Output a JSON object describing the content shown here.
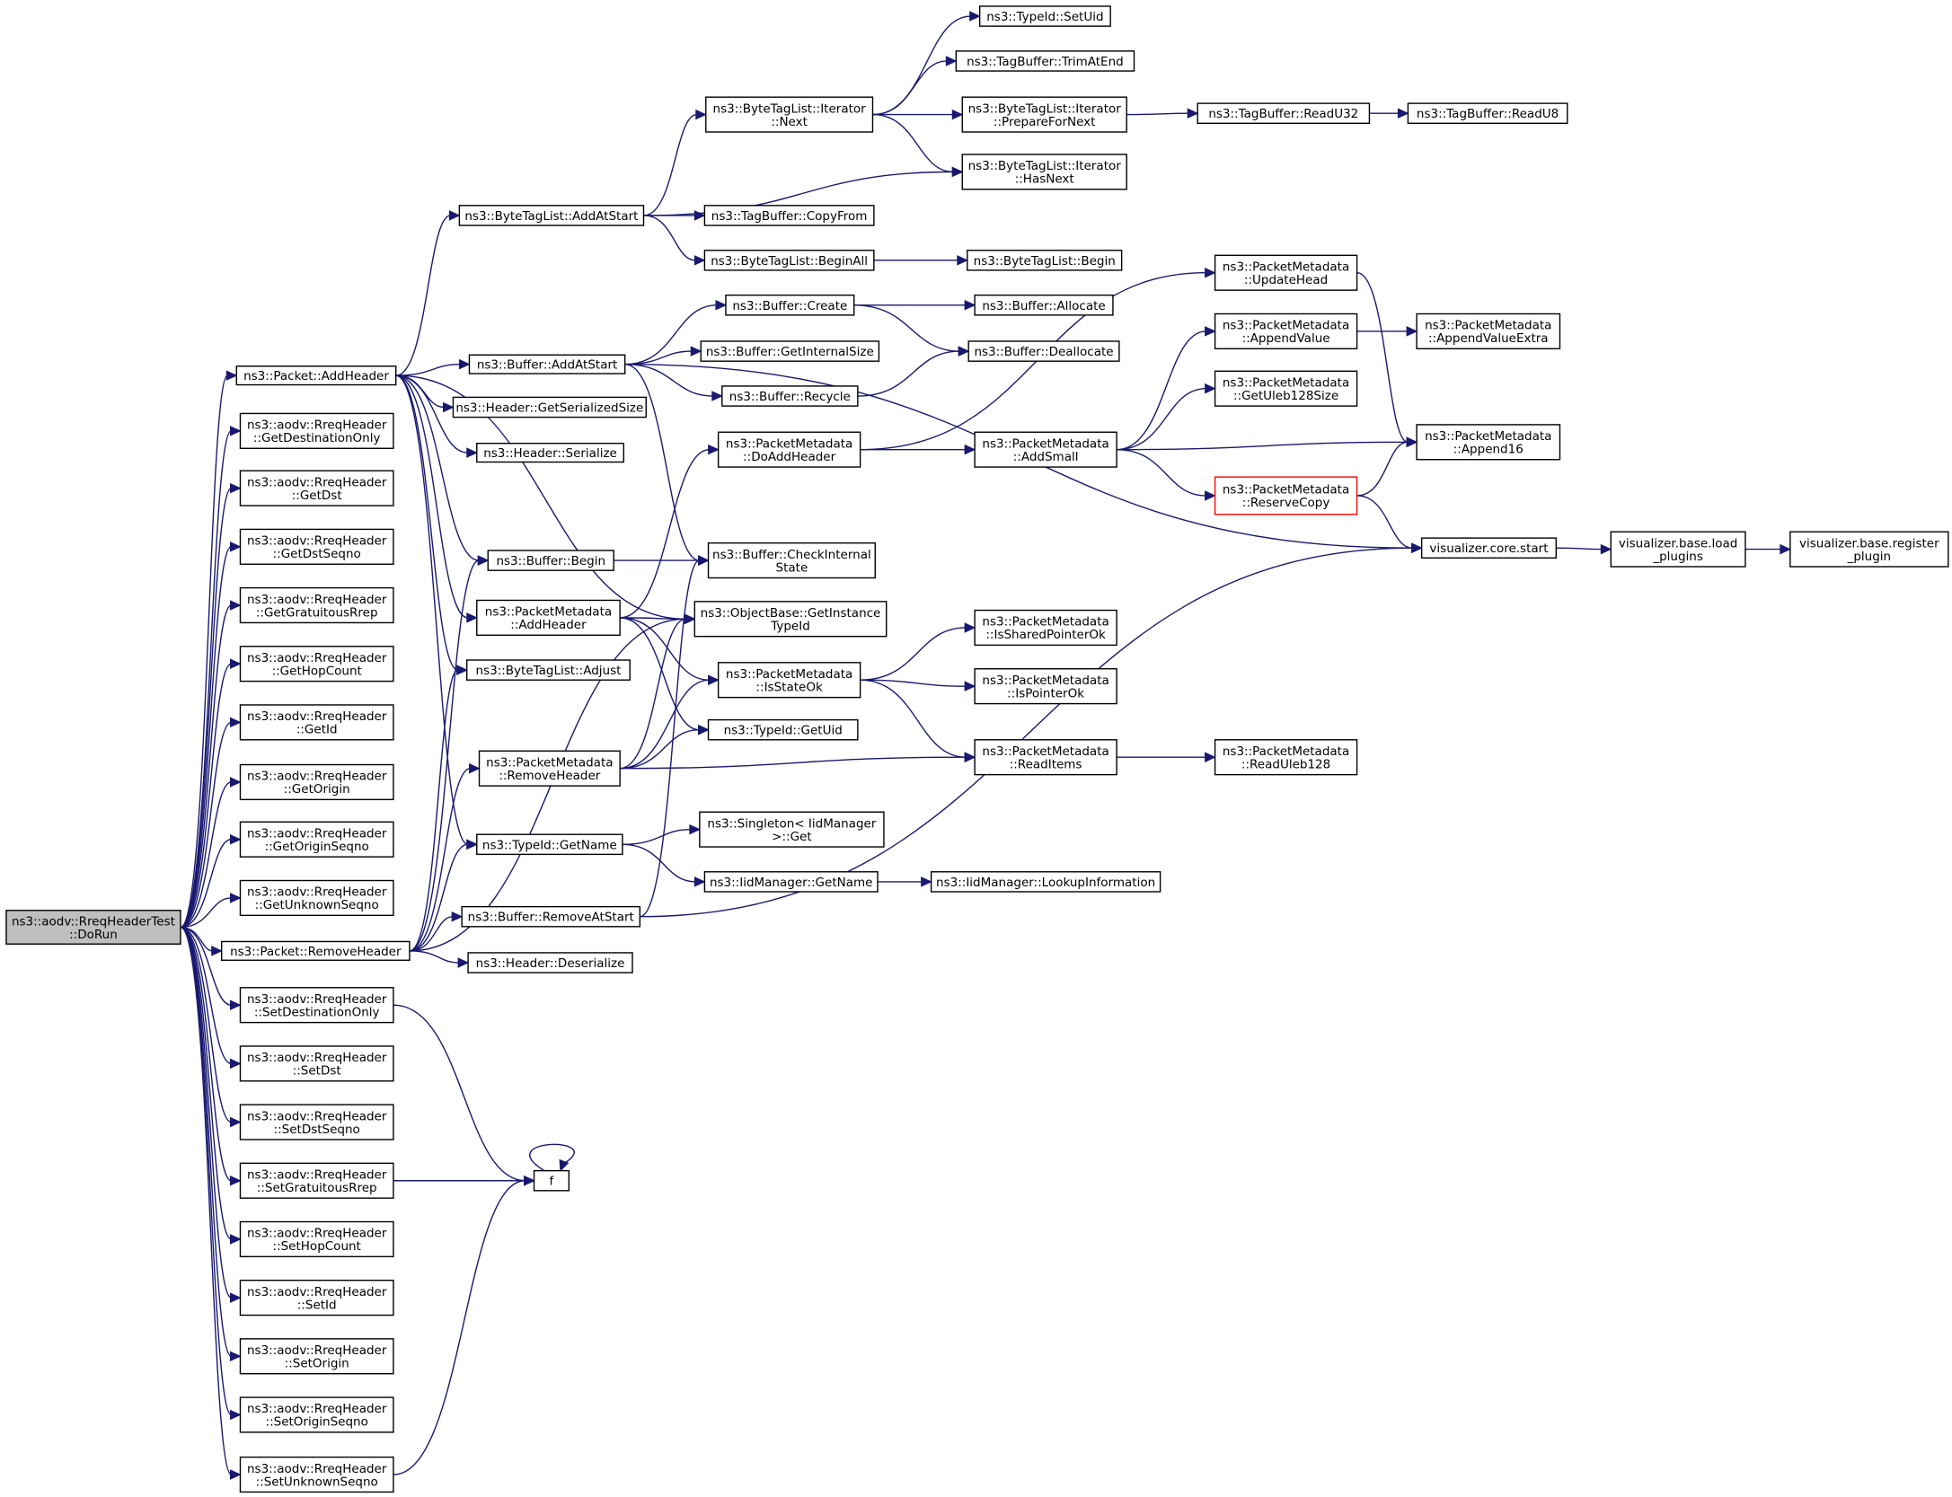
{
  "nodes": {
    "root": [
      "ns3::aodv::RreqHeaderTest",
      "::DoRun"
    ],
    "addHeaderPkt": [
      "ns3::Packet::AddHeader"
    ],
    "getDestOnly": [
      "ns3::aodv::RreqHeader",
      "::GetDestinationOnly"
    ],
    "getDst": [
      "ns3::aodv::RreqHeader",
      "::GetDst"
    ],
    "getDstSeqno": [
      "ns3::aodv::RreqHeader",
      "::GetDstSeqno"
    ],
    "getGratuitous": [
      "ns3::aodv::RreqHeader",
      "::GetGratuitousRrep"
    ],
    "getHopCount": [
      "ns3::aodv::RreqHeader",
      "::GetHopCount"
    ],
    "getId": [
      "ns3::aodv::RreqHeader",
      "::GetId"
    ],
    "getOrigin": [
      "ns3::aodv::RreqHeader",
      "::GetOrigin"
    ],
    "getOriginSeqno": [
      "ns3::aodv::RreqHeader",
      "::GetOriginSeqno"
    ],
    "getUnknownSeqno": [
      "ns3::aodv::RreqHeader",
      "::GetUnknownSeqno"
    ],
    "removeHeaderPkt": [
      "ns3::Packet::RemoveHeader"
    ],
    "setDestOnly": [
      "ns3::aodv::RreqHeader",
      "::SetDestinationOnly"
    ],
    "setDst": [
      "ns3::aodv::RreqHeader",
      "::SetDst"
    ],
    "setDstSeqno": [
      "ns3::aodv::RreqHeader",
      "::SetDstSeqno"
    ],
    "setGratuitous": [
      "ns3::aodv::RreqHeader",
      "::SetGratuitousRrep"
    ],
    "setHopCount": [
      "ns3::aodv::RreqHeader",
      "::SetHopCount"
    ],
    "setId": [
      "ns3::aodv::RreqHeader",
      "::SetId"
    ],
    "setOrigin": [
      "ns3::aodv::RreqHeader",
      "::SetOrigin"
    ],
    "setOriginSeqno": [
      "ns3::aodv::RreqHeader",
      "::SetOriginSeqno"
    ],
    "setUnknownSeqno": [
      "ns3::aodv::RreqHeader",
      "::SetUnknownSeqno"
    ],
    "btlAddAtStart": [
      "ns3::ByteTagList::AddAtStart"
    ],
    "bufAddAtStart": [
      "ns3::Buffer::AddAtStart"
    ],
    "hdrGetSerSize": [
      "ns3::Header::GetSerializedSize"
    ],
    "hdrSerialize": [
      "ns3::Header::Serialize"
    ],
    "bufBegin": [
      "ns3::Buffer::Begin"
    ],
    "pmAddHeader": [
      "ns3::PacketMetadata",
      "::AddHeader"
    ],
    "btlAdjust": [
      "ns3::ByteTagList::Adjust"
    ],
    "pmRemoveHeader": [
      "ns3::PacketMetadata",
      "::RemoveHeader"
    ],
    "typeGetName": [
      "ns3::TypeId::GetName"
    ],
    "bufRemoveAtStart": [
      "ns3::Buffer::RemoveAtStart"
    ],
    "hdrDeserialize": [
      "ns3::Header::Deserialize"
    ],
    "f": [
      "f"
    ],
    "btlIterNext": [
      "ns3::ByteTagList::Iterator",
      "::Next"
    ],
    "tbCopyFrom": [
      "ns3::TagBuffer::CopyFrom"
    ],
    "btlBeginAll": [
      "ns3::ByteTagList::BeginAll"
    ],
    "bufCreate": [
      "ns3::Buffer::Create"
    ],
    "bufGetInternalSize": [
      "ns3::Buffer::GetInternalSize"
    ],
    "bufRecycle": [
      "ns3::Buffer::Recycle"
    ],
    "pmDoAddHeader": [
      "ns3::PacketMetadata",
      "::DoAddHeader"
    ],
    "bufCheckInternal": [
      "ns3::Buffer::CheckInternal",
      "State"
    ],
    "objGetInstance": [
      "ns3::ObjectBase::GetInstance",
      "TypeId"
    ],
    "pmIsStateOk": [
      "ns3::PacketMetadata",
      "::IsStateOk"
    ],
    "typeGetUid": [
      "ns3::TypeId::GetUid"
    ],
    "singletonGet": [
      "ns3::Singleton< IidManager",
      " >::Get"
    ],
    "iidGetName": [
      "ns3::IidManager::GetName"
    ],
    "typeSetUid": [
      "ns3::TypeId::SetUid"
    ],
    "tbTrimAtEnd": [
      "ns3::TagBuffer::TrimAtEnd"
    ],
    "btlIterPrepare": [
      "ns3::ByteTagList::Iterator",
      "::PrepareForNext"
    ],
    "btlIterHasNext": [
      "ns3::ByteTagList::Iterator",
      "::HasNext"
    ],
    "btlBegin": [
      "ns3::ByteTagList::Begin"
    ],
    "bufAllocate": [
      "ns3::Buffer::Allocate"
    ],
    "bufDeallocate": [
      "ns3::Buffer::Deallocate"
    ],
    "pmUpdateHead": [
      "ns3::PacketMetadata",
      "::UpdateHead"
    ],
    "pmAppendValue": [
      "ns3::PacketMetadata",
      "::AppendValue"
    ],
    "pmGetUleb": [
      "ns3::PacketMetadata",
      "::GetUleb128Size"
    ],
    "pmAddSmall": [
      "ns3::PacketMetadata",
      "::AddSmall"
    ],
    "pmReserveCopy": [
      "ns3::PacketMetadata",
      "::ReserveCopy"
    ],
    "pmIsShared": [
      "ns3::PacketMetadata",
      "::IsSharedPointerOk"
    ],
    "pmIsPointer": [
      "ns3::PacketMetadata",
      "::IsPointerOk"
    ],
    "pmReadItems": [
      "ns3::PacketMetadata",
      "::ReadItems"
    ],
    "iidLookup": [
      "ns3::IidManager::LookupInformation"
    ],
    "tbReadU32": [
      "ns3::TagBuffer::ReadU32"
    ],
    "tbReadU8": [
      "ns3::TagBuffer::ReadU8"
    ],
    "pmAppendValueExtra": [
      "ns3::PacketMetadata",
      "::AppendValueExtra"
    ],
    "pmAppend16": [
      "ns3::PacketMetadata",
      "::Append16"
    ],
    "vizCoreStart": [
      "visualizer.core.start"
    ],
    "pmReadUleb": [
      "ns3::PacketMetadata",
      "::ReadUleb128"
    ],
    "vizLoadPlugins": [
      "visualizer.base.load",
      "_plugins"
    ],
    "vizRegister": [
      "visualizer.base.register",
      "_plugin"
    ]
  },
  "edges": [
    [
      "root",
      "addHeaderPkt"
    ],
    [
      "root",
      "getDestOnly"
    ],
    [
      "root",
      "getDst"
    ],
    [
      "root",
      "getDstSeqno"
    ],
    [
      "root",
      "getGratuitous"
    ],
    [
      "root",
      "getHopCount"
    ],
    [
      "root",
      "getId"
    ],
    [
      "root",
      "getOrigin"
    ],
    [
      "root",
      "getOriginSeqno"
    ],
    [
      "root",
      "getUnknownSeqno"
    ],
    [
      "root",
      "removeHeaderPkt"
    ],
    [
      "root",
      "setDestOnly"
    ],
    [
      "root",
      "setDst"
    ],
    [
      "root",
      "setDstSeqno"
    ],
    [
      "root",
      "setGratuitous"
    ],
    [
      "root",
      "setHopCount"
    ],
    [
      "root",
      "setId"
    ],
    [
      "root",
      "setOrigin"
    ],
    [
      "root",
      "setOriginSeqno"
    ],
    [
      "root",
      "setUnknownSeqno"
    ],
    [
      "addHeaderPkt",
      "btlAddAtStart"
    ],
    [
      "addHeaderPkt",
      "bufAddAtStart"
    ],
    [
      "addHeaderPkt",
      "hdrGetSerSize"
    ],
    [
      "addHeaderPkt",
      "hdrSerialize"
    ],
    [
      "addHeaderPkt",
      "bufBegin"
    ],
    [
      "addHeaderPkt",
      "pmAddHeader"
    ],
    [
      "addHeaderPkt",
      "btlAdjust"
    ],
    [
      "addHeaderPkt",
      "objGetInstance"
    ],
    [
      "addHeaderPkt",
      "typeGetName"
    ],
    [
      "removeHeaderPkt",
      "bufBegin"
    ],
    [
      "removeHeaderPkt",
      "btlAdjust"
    ],
    [
      "removeHeaderPkt",
      "pmRemoveHeader"
    ],
    [
      "removeHeaderPkt",
      "typeGetName"
    ],
    [
      "removeHeaderPkt",
      "bufRemoveAtStart"
    ],
    [
      "removeHeaderPkt",
      "hdrDeserialize"
    ],
    [
      "removeHeaderPkt",
      "objGetInstance"
    ],
    [
      "setDestOnly",
      "f"
    ],
    [
      "setGratuitous",
      "f"
    ],
    [
      "setUnknownSeqno",
      "f"
    ],
    [
      "f",
      "f"
    ],
    [
      "btlAddAtStart",
      "btlIterNext"
    ],
    [
      "btlAddAtStart",
      "tbCopyFrom"
    ],
    [
      "btlAddAtStart",
      "btlBeginAll"
    ],
    [
      "btlAddAtStart",
      "btlIterHasNext"
    ],
    [
      "btlIterNext",
      "typeSetUid"
    ],
    [
      "btlIterNext",
      "tbTrimAtEnd"
    ],
    [
      "btlIterNext",
      "btlIterPrepare"
    ],
    [
      "btlIterNext",
      "btlIterHasNext"
    ],
    [
      "btlIterPrepare",
      "tbReadU32"
    ],
    [
      "tbReadU32",
      "tbReadU8"
    ],
    [
      "btlBeginAll",
      "btlBegin"
    ],
    [
      "bufAddAtStart",
      "bufCreate"
    ],
    [
      "bufAddAtStart",
      "bufGetInternalSize"
    ],
    [
      "bufAddAtStart",
      "bufRecycle"
    ],
    [
      "bufAddAtStart",
      "bufCheckInternal"
    ],
    [
      "bufAddAtStart",
      "vizCoreStart"
    ],
    [
      "bufCreate",
      "bufAllocate"
    ],
    [
      "bufCreate",
      "bufDeallocate"
    ],
    [
      "bufRecycle",
      "bufDeallocate"
    ],
    [
      "bufBegin",
      "bufCheckInternal"
    ],
    [
      "pmAddHeader",
      "pmDoAddHeader"
    ],
    [
      "pmAddHeader",
      "objGetInstance"
    ],
    [
      "pmAddHeader",
      "pmIsStateOk"
    ],
    [
      "pmAddHeader",
      "typeGetUid"
    ],
    [
      "pmDoAddHeader",
      "pmUpdateHead"
    ],
    [
      "pmDoAddHeader",
      "pmAddSmall"
    ],
    [
      "pmAddSmall",
      "pmAppendValue"
    ],
    [
      "pmAddSmall",
      "pmGetUleb"
    ],
    [
      "pmAddSmall",
      "pmAppend16"
    ],
    [
      "pmAddSmall",
      "pmReserveCopy"
    ],
    [
      "pmUpdateHead",
      "pmAppend16"
    ],
    [
      "pmAppendValue",
      "pmAppendValueExtra"
    ],
    [
      "pmReserveCopy",
      "pmAppend16"
    ],
    [
      "pmReserveCopy",
      "vizCoreStart"
    ],
    [
      "pmIsStateOk",
      "pmIsShared"
    ],
    [
      "pmIsStateOk",
      "pmIsPointer"
    ],
    [
      "pmIsStateOk",
      "pmReadItems"
    ],
    [
      "pmRemoveHeader",
      "objGetInstance"
    ],
    [
      "pmRemoveHeader",
      "pmIsStateOk"
    ],
    [
      "pmRemoveHeader",
      "typeGetUid"
    ],
    [
      "pmRemoveHeader",
      "pmReadItems"
    ],
    [
      "pmReadItems",
      "pmReadUleb"
    ],
    [
      "typeGetName",
      "singletonGet"
    ],
    [
      "typeGetName",
      "iidGetName"
    ],
    [
      "iidGetName",
      "iidLookup"
    ],
    [
      "bufRemoveAtStart",
      "bufCheckInternal"
    ],
    [
      "bufRemoveAtStart",
      "vizCoreStart"
    ],
    [
      "vizCoreStart",
      "vizLoadPlugins"
    ],
    [
      "vizLoadPlugins",
      "vizRegister"
    ]
  ]
}
